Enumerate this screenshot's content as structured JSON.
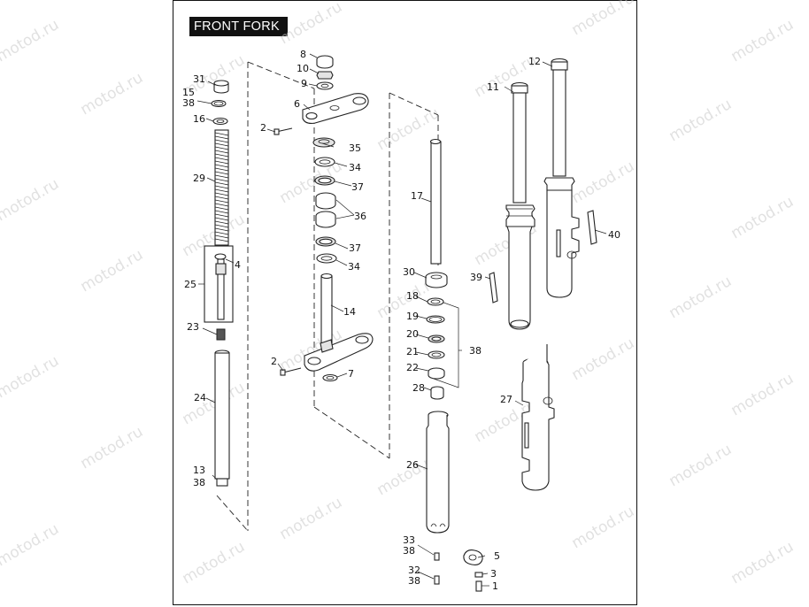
{
  "title": "FRONT FORK",
  "watermark_text": "motod.ru",
  "callouts": {
    "p1": "1",
    "p2a": "2",
    "p2b": "2",
    "p3": "3",
    "p4": "4",
    "p5": "5",
    "p6": "6",
    "p7": "7",
    "p8": "8",
    "p9": "9",
    "p10": "10",
    "p11": "11",
    "p12": "12",
    "p13": "13",
    "p13_38": "38",
    "p14": "14",
    "p15": "15",
    "p15_38": "38",
    "p16": "16",
    "p17": "17",
    "p18": "18",
    "p19": "19",
    "p20": "20",
    "p21": "21",
    "p22": "22",
    "p23": "23",
    "p24": "24",
    "p25": "25",
    "p26": "26",
    "p27": "27",
    "p28": "28",
    "p29": "29",
    "p30": "30",
    "p31": "31",
    "p32": "32",
    "p32_38": "38",
    "p33": "33",
    "p33_38": "38",
    "p34a": "34",
    "p34b": "34",
    "p35": "35",
    "p36": "36",
    "p37a": "37",
    "p37b": "37",
    "p38": "38",
    "p39": "39",
    "p40": "40"
  }
}
